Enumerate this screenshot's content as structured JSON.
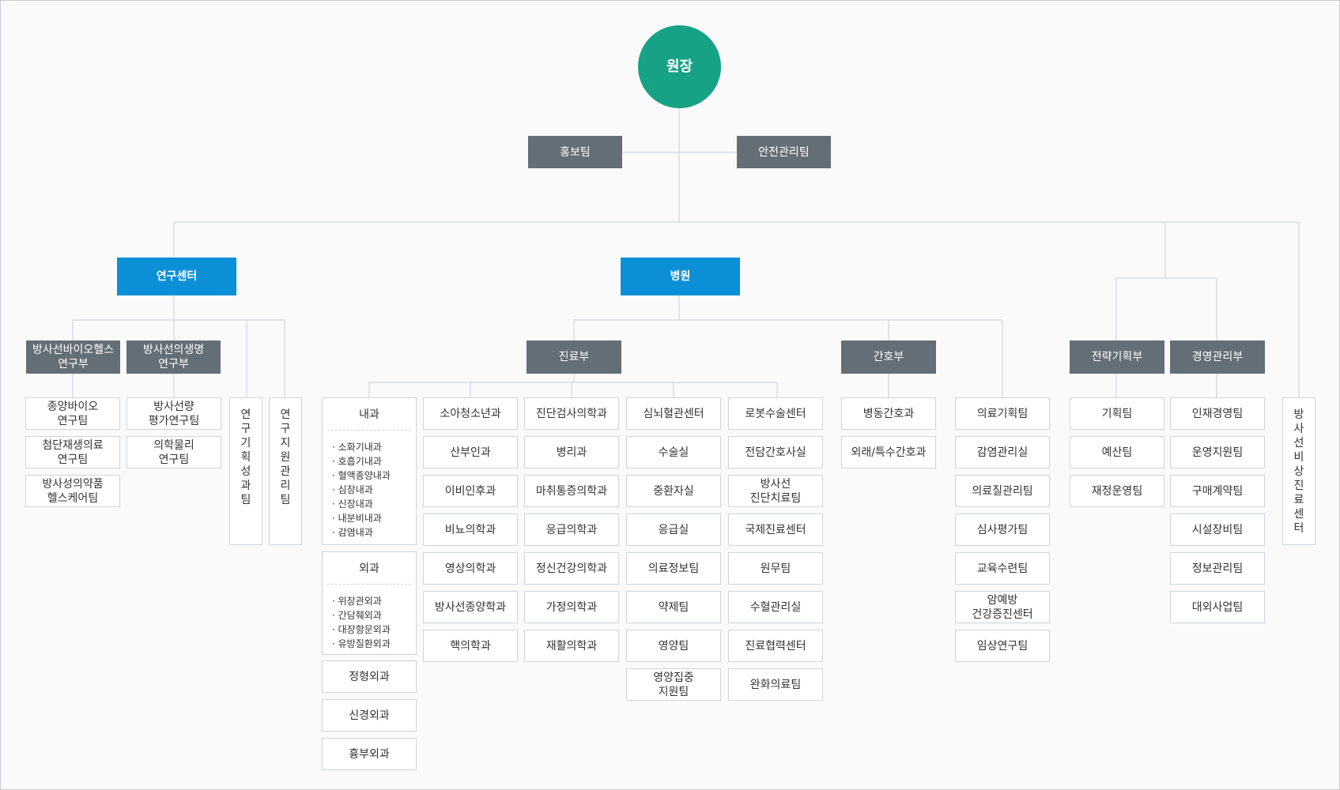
{
  "colors": {
    "root": "#17a286",
    "dark": "#646e77",
    "blue": "#0b90d8",
    "line": "#c8d0d8"
  },
  "root": "원장",
  "staff": {
    "pr": "홍보팀",
    "safety": "안전관리팀"
  },
  "research": {
    "center": "연구센터",
    "div_bio": "방사선바이오헬스\n연구부",
    "div_life": "방사선의생명\n연구부",
    "bio_teams": [
      "종양바이오\n연구팀",
      "첨단재생의료\n연구팀",
      "방사성의약품\n헬스케어팀"
    ],
    "life_teams": [
      "방사선량\n평가연구팀",
      "의학물리\n연구팀"
    ],
    "vert1": "연구기획성과팀",
    "vert2": "연구지원관리팀"
  },
  "hospital": {
    "title": "병원",
    "clinic": "진료부",
    "internal": {
      "title": "내과",
      "items": [
        "· 소화기내과",
        "· 호흡기내과",
        "· 혈액종양내과",
        "· 심장내과",
        "· 신장내과",
        "· 내분비내과",
        "· 감염내과"
      ]
    },
    "surgery": {
      "title": "외과",
      "items": [
        "· 위장관외과",
        "· 간담췌외과",
        "· 대장항문외과",
        "· 유방질환외과"
      ]
    },
    "col1_extra": [
      "정형외과",
      "신경외과",
      "흉부외과"
    ],
    "col2": [
      "소아청소년과",
      "산부인과",
      "이비인후과",
      "비뇨의학과",
      "영상의학과",
      "방사선종양학과",
      "핵의학과"
    ],
    "col3": [
      "진단검사의학과",
      "병리과",
      "마취통증의학과",
      "응급의학과",
      "정신건강의학과",
      "가정의학과",
      "재활의학과"
    ],
    "col4": [
      "심뇌혈관센터",
      "수술실",
      "중환자실",
      "응급실",
      "의료정보팀",
      "약제팀",
      "영양팀",
      "영양집중\n지원팀"
    ],
    "col5": [
      "로봇수술센터",
      "전담간호사실",
      "방사선\n진단치료팀",
      "국제진료센터",
      "원무팀",
      "수혈관리실",
      "진료협력센터",
      "완화의료팀"
    ],
    "nursing": "간호부",
    "nursing_teams": [
      "병동간호과",
      "외래/특수간호과"
    ],
    "hosp_teams": [
      "의료기획팀",
      "감염관리실",
      "의료질관리팀",
      "심사평가팀",
      "교육수련팀",
      "암예방\n건강증진센터",
      "임상연구팀"
    ]
  },
  "strategy": {
    "title": "전략기획부",
    "teams": [
      "기획팀",
      "예산팀",
      "재정운영팀"
    ]
  },
  "management": {
    "title": "경영관리부",
    "teams": [
      "인재경영팀",
      "운영지원팀",
      "구매계약팀",
      "시설장비팀",
      "정보관리팀",
      "대외사업팀"
    ]
  },
  "radiation_center": "방사선비상진료센터"
}
